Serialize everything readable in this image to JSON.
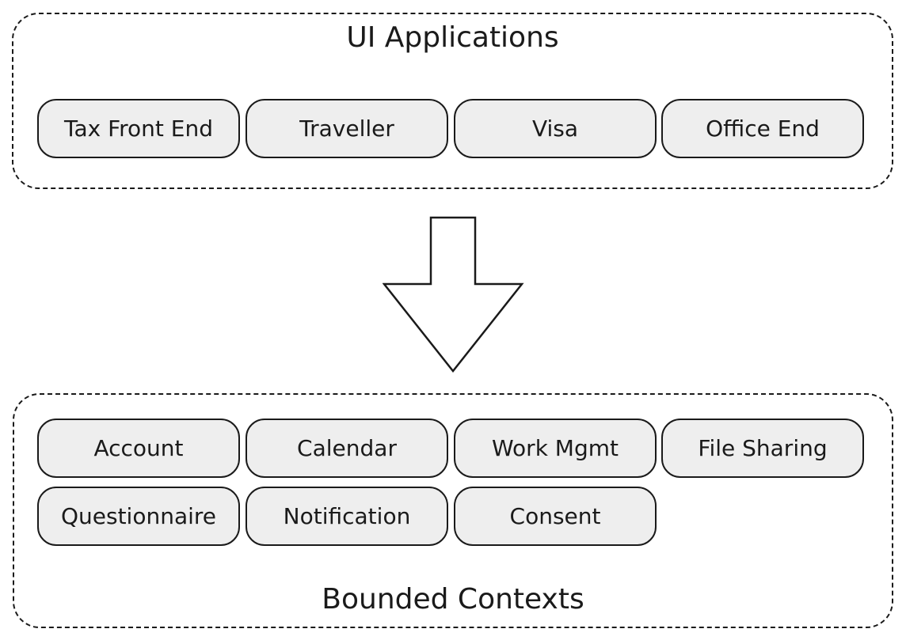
{
  "ui_applications": {
    "title": "UI Applications",
    "items": [
      "Tax Front End",
      "Traveller",
      "Visa",
      "Office End"
    ]
  },
  "bounded_contexts": {
    "title": "Bounded Contexts",
    "items": [
      "Account",
      "Calendar",
      "Work Mgmt",
      "File Sharing",
      "Questionnaire",
      "Notification",
      "Consent"
    ]
  },
  "colors": {
    "box_fill": "#eeeeee",
    "stroke": "#1a1a1a",
    "background": "#ffffff"
  }
}
